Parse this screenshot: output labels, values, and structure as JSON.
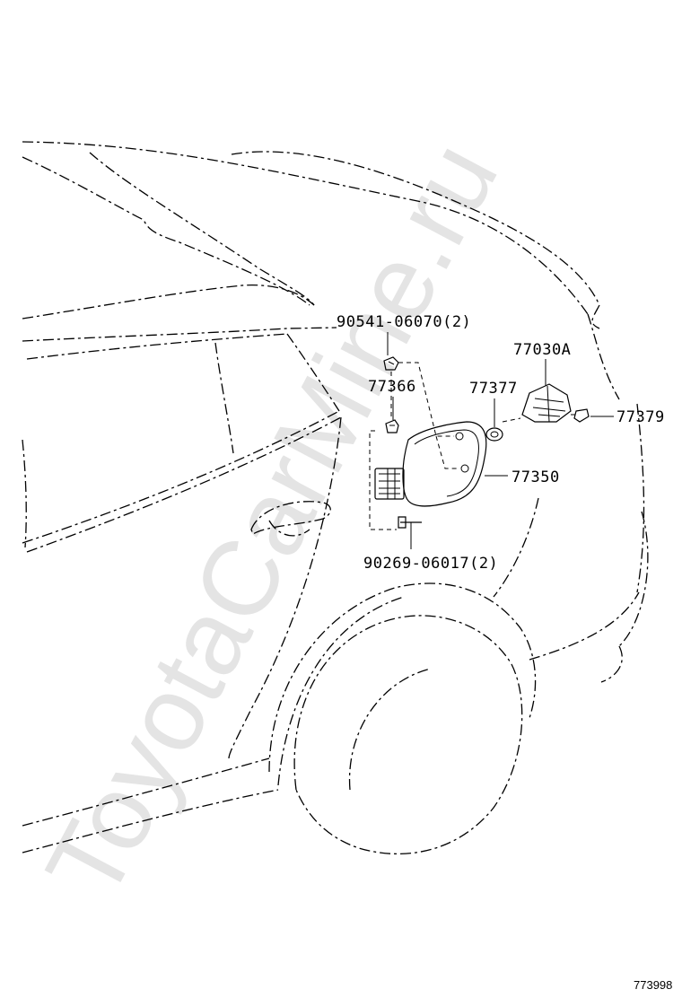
{
  "watermark": "ToyotaCarMine.ru",
  "diagram_code": "773998",
  "parts": {
    "p90541": "90541-06070(2)",
    "p77366": "77366",
    "p77377": "77377",
    "p77030A": "77030A",
    "p77379": "77379",
    "p77350": "77350",
    "p90269": "90269-06017(2)"
  }
}
